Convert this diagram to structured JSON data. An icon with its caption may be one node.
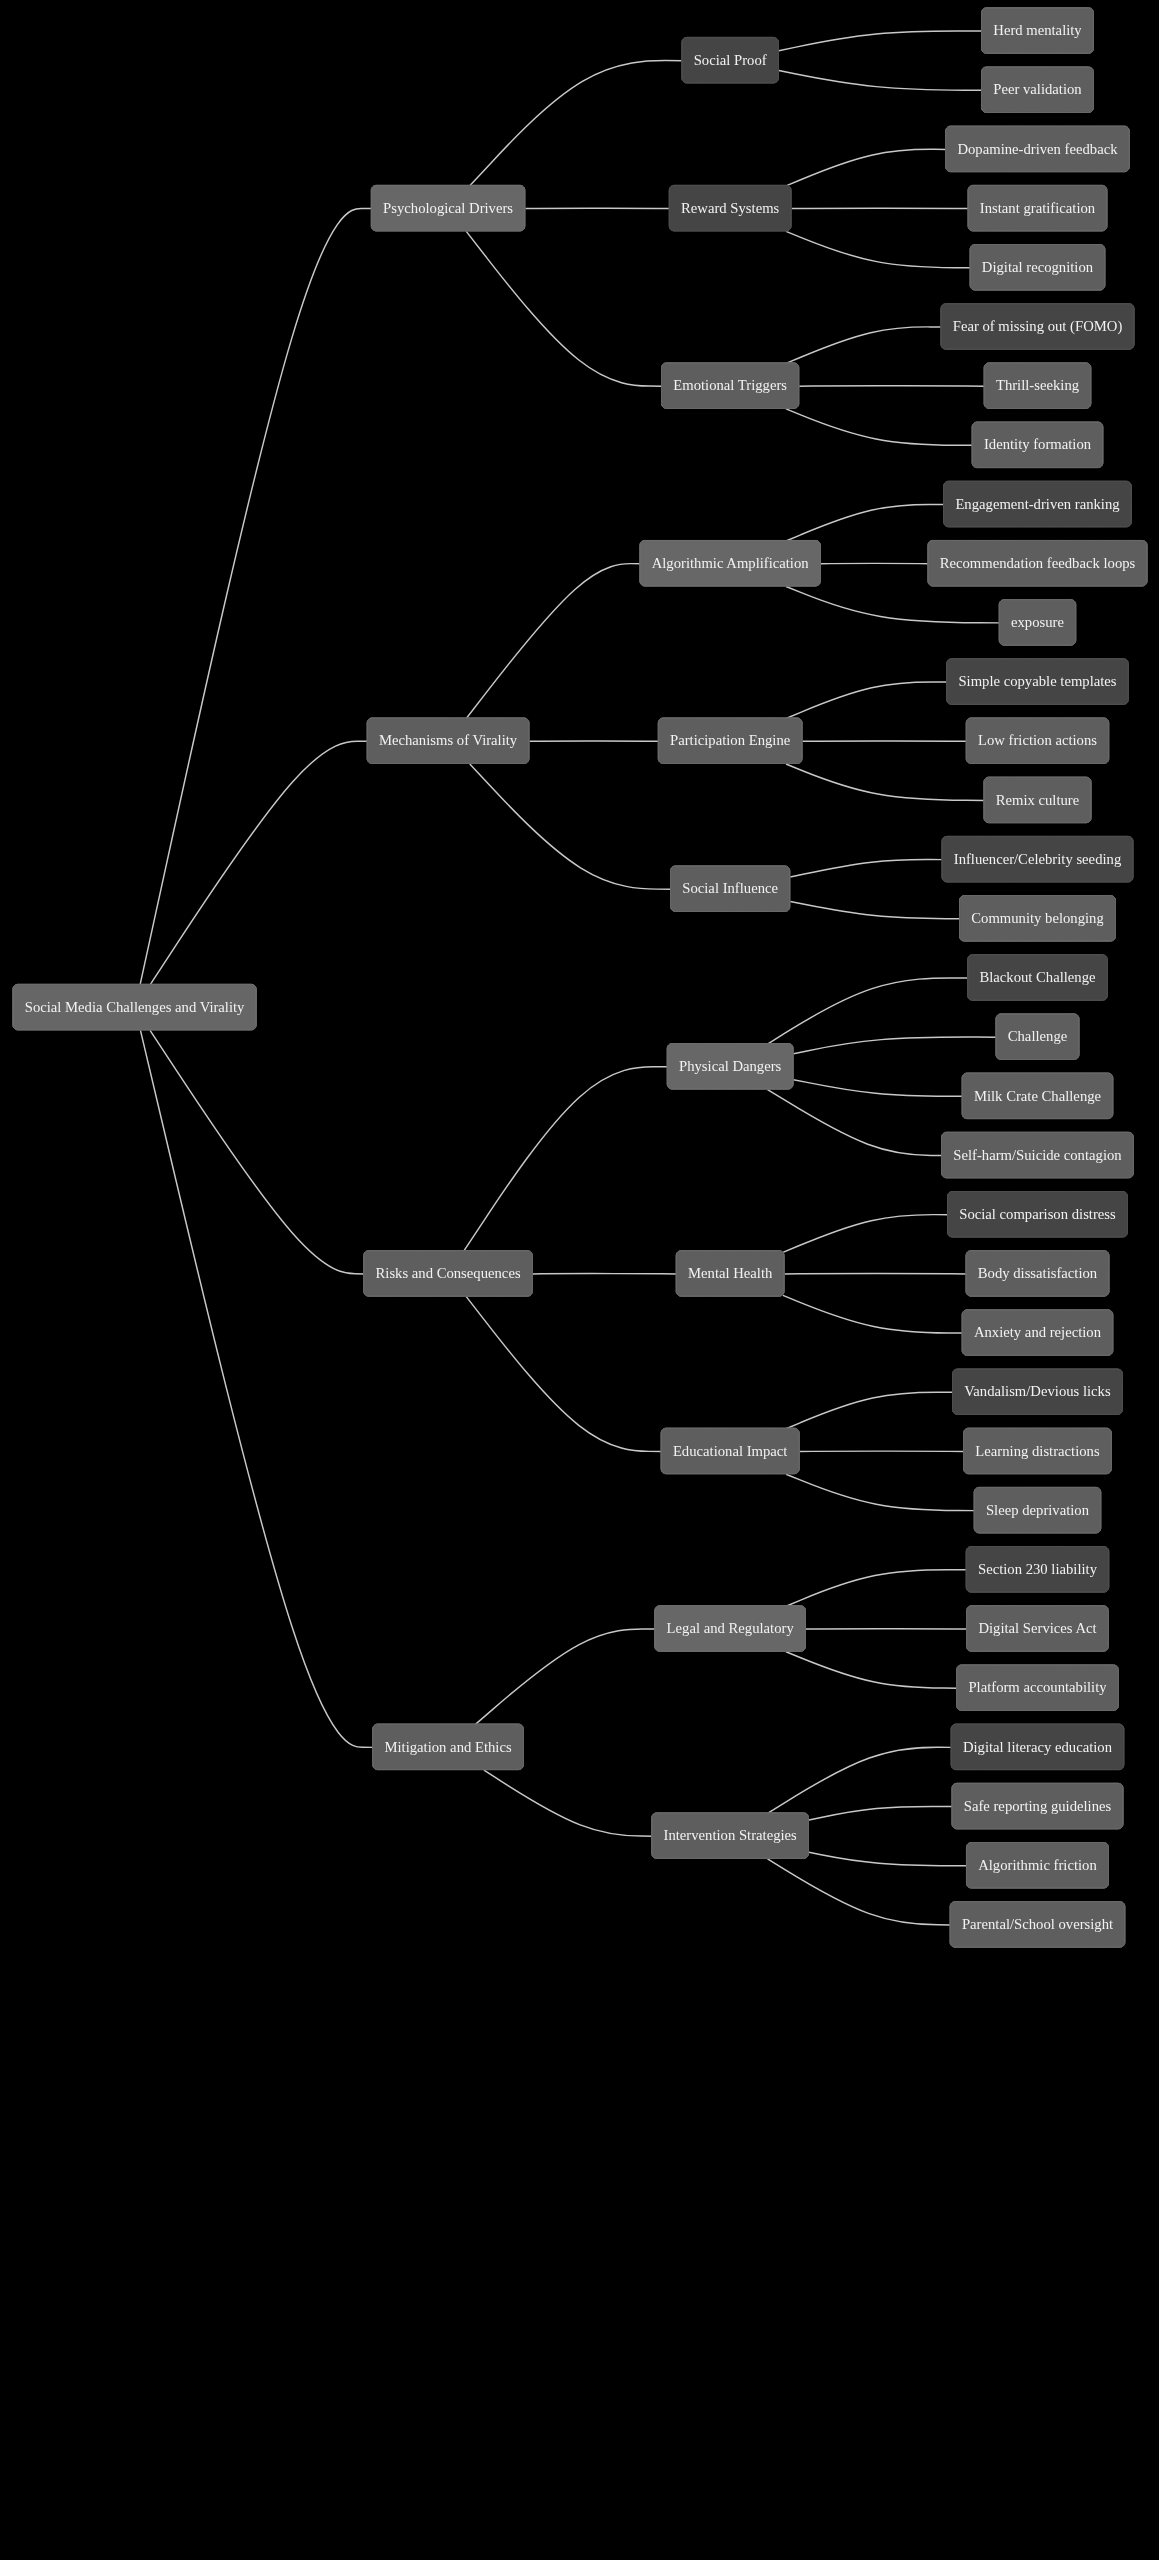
{
  "diagram": {
    "nodes": [
      {
        "text": [
          "Social Media Challenges and Virality"
        ]
      },
      {
        "text": [
          "Psychological Drivers"
        ]
      },
      {
        "text": [
          "Social Proof"
        ]
      },
      {
        "text": [
          "Herd mentality"
        ]
      },
      {
        "text": [
          "Peer validation"
        ]
      },
      {
        "text": [
          "Reward Systems"
        ]
      },
      {
        "text": [
          "Dopamine-driven feedback"
        ]
      },
      {
        "text": [
          "Instant gratification"
        ]
      },
      {
        "text": [
          "Digital recognition"
        ]
      },
      {
        "text": [
          "Emotional Triggers"
        ]
      },
      {
        "text": [
          "Fear of missing out (FOMO)"
        ]
      },
      {
        "text": [
          "Thrill-seeking"
        ]
      },
      {
        "text": [
          "Identity formation"
        ]
      },
      {
        "text": [
          "Mechanisms of Virality"
        ]
      },
      {
        "text": [
          "Algorithmic Amplification"
        ]
      },
      {
        "text": [
          "Engagement-driven ranking"
        ]
      },
      {
        "text": [
          "Recommendation feedback loops"
        ]
      },
      {
        "text": [
          "exposure"
        ]
      },
      {
        "text": [
          "Participation Engine"
        ]
      },
      {
        "text": [
          "Simple copyable templates"
        ]
      },
      {
        "text": [
          "Low friction actions"
        ]
      },
      {
        "text": [
          "Remix culture"
        ]
      },
      {
        "text": [
          "Social Influence"
        ]
      },
      {
        "text": [
          "Influencer/Celebrity seeding"
        ]
      },
      {
        "text": [
          "Community belonging"
        ]
      },
      {
        "text": [
          "Risks and Consequences"
        ]
      },
      {
        "text": [
          "Physical Dangers"
        ]
      },
      {
        "text": [
          "Blackout Challenge"
        ]
      },
      {
        "text": [
          "Challenge"
        ]
      },
      {
        "text": [
          "Milk Crate Challenge"
        ]
      },
      {
        "text": [
          "Self-harm/Suicide contagion"
        ]
      },
      {
        "text": [
          "Mental Health"
        ]
      },
      {
        "text": [
          "Social comparison distress"
        ]
      },
      {
        "text": [
          "Body dissatisfaction"
        ]
      },
      {
        "text": [
          "Anxiety and rejection"
        ]
      },
      {
        "text": [
          "Educational Impact"
        ]
      },
      {
        "text": [
          "Vandalism/Devious licks"
        ]
      },
      {
        "text": [
          "Learning distractions"
        ]
      },
      {
        "text": [
          "Sleep deprivation"
        ]
      },
      {
        "text": [
          "Mitigation and Ethics"
        ]
      },
      {
        "text": [
          "Legal and Regulatory"
        ]
      },
      {
        "text": [
          "Section 230 liability"
        ]
      },
      {
        "text": [
          "Digital Services Act"
        ]
      },
      {
        "text": [
          "Platform accountability"
        ]
      },
      {
        "text": [
          "Intervention Strategies"
        ]
      },
      {
        "text": [
          "Digital literacy education"
        ]
      },
      {
        "text": [
          "Safe reporting guidelines"
        ]
      },
      {
        "text": [
          "Algorithmic friction"
        ]
      },
      {
        "text": [
          "Parental/School oversight"
        ]
      }
    ],
    "edges": [
      {
        "from": 0,
        "to": 1,
        "arrow": "none"
      },
      {
        "from": 1,
        "to": 2,
        "arrow": "none"
      },
      {
        "from": 2,
        "to": 3,
        "arrow": "none"
      },
      {
        "from": 2,
        "to": 4,
        "arrow": "none"
      },
      {
        "from": 1,
        "to": 5,
        "arrow": "none"
      },
      {
        "from": 5,
        "to": 6,
        "arrow": "none"
      },
      {
        "from": 5,
        "to": 7,
        "arrow": "none"
      },
      {
        "from": 5,
        "to": 8,
        "arrow": "none"
      },
      {
        "from": 1,
        "to": 9,
        "arrow": "none"
      },
      {
        "from": 9,
        "to": 10,
        "arrow": "none"
      },
      {
        "from": 9,
        "to": 11,
        "arrow": "none"
      },
      {
        "from": 9,
        "to": 12,
        "arrow": "none"
      },
      {
        "from": 0,
        "to": 13,
        "arrow": "none"
      },
      {
        "from": 13,
        "to": 14,
        "arrow": "none"
      },
      {
        "from": 14,
        "to": 15,
        "arrow": "none"
      },
      {
        "from": 14,
        "to": 16,
        "arrow": "none"
      },
      {
        "from": 14,
        "to": 17,
        "arrow": "none"
      },
      {
        "from": 13,
        "to": 18,
        "arrow": "none"
      },
      {
        "from": 18,
        "to": 19,
        "arrow": "none"
      },
      {
        "from": 18,
        "to": 20,
        "arrow": "none"
      },
      {
        "from": 18,
        "to": 21,
        "arrow": "none"
      },
      {
        "from": 13,
        "to": 22,
        "arrow": "none"
      },
      {
        "from": 22,
        "to": 23,
        "arrow": "none"
      },
      {
        "from": 22,
        "to": 24,
        "arrow": "none"
      },
      {
        "from": 0,
        "to": 25,
        "arrow": "none"
      },
      {
        "from": 25,
        "to": 26,
        "arrow": "none"
      },
      {
        "from": 26,
        "to": 27,
        "arrow": "none"
      },
      {
        "from": 26,
        "to": 28,
        "arrow": "none"
      },
      {
        "from": 26,
        "to": 29,
        "arrow": "none"
      },
      {
        "from": 26,
        "to": 30,
        "arrow": "none"
      },
      {
        "from": 25,
        "to": 31,
        "arrow": "none"
      },
      {
        "from": 31,
        "to": 32,
        "arrow": "none"
      },
      {
        "from": 31,
        "to": 33,
        "arrow": "none"
      },
      {
        "from": 31,
        "to": 34,
        "arrow": "none"
      },
      {
        "from": 25,
        "to": 35,
        "arrow": "none"
      },
      {
        "from": 35,
        "to": 36,
        "arrow": "none"
      },
      {
        "from": 35,
        "to": 37,
        "arrow": "none"
      },
      {
        "from": 35,
        "to": 38,
        "arrow": "none"
      },
      {
        "from": 0,
        "to": 39,
        "arrow": "none"
      },
      {
        "from": 39,
        "to": 40,
        "arrow": "none"
      },
      {
        "from": 40,
        "to": 41,
        "arrow": "none"
      },
      {
        "from": 40,
        "to": 42,
        "arrow": "none"
      },
      {
        "from": 40,
        "to": 43,
        "arrow": "none"
      },
      {
        "from": 39,
        "to": 44,
        "arrow": "none"
      },
      {
        "from": 44,
        "to": 45,
        "arrow": "none"
      },
      {
        "from": 44,
        "to": 46,
        "arrow": "none"
      },
      {
        "from": 44,
        "to": 47,
        "arrow": "none"
      },
      {
        "from": 44,
        "to": 48,
        "arrow": "none"
      }
    ]
  }
}
